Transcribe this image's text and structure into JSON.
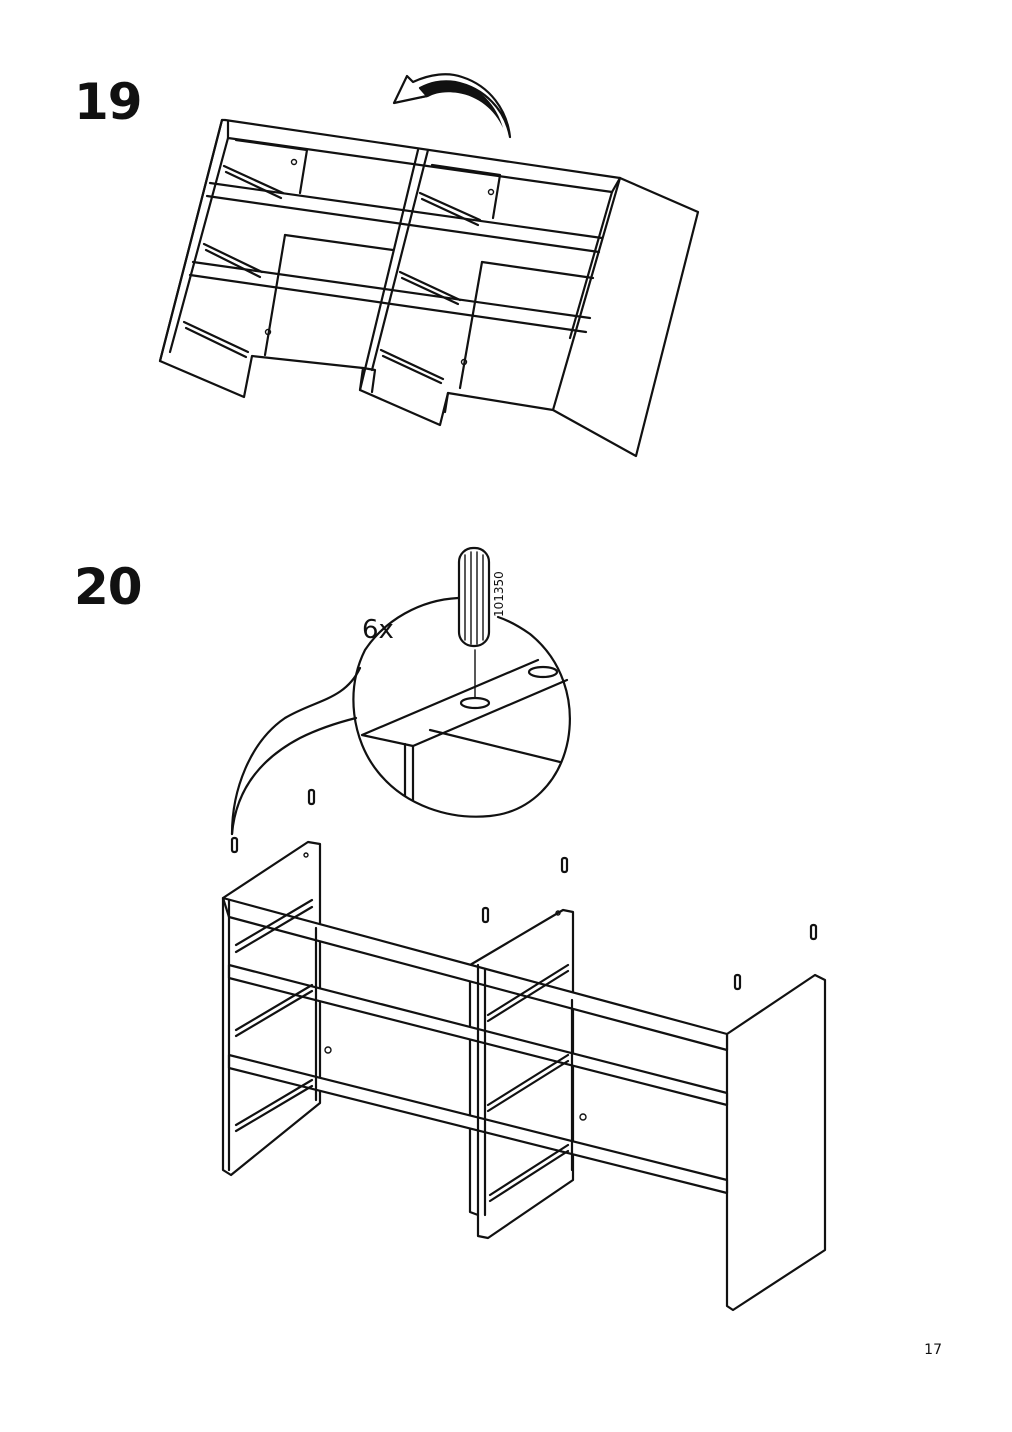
{
  "steps": [
    {
      "number": "19"
    },
    {
      "number": "20",
      "quantity": "6x",
      "part_number": "101350"
    }
  ],
  "page_number": "17",
  "icons": [
    "rotate-arrow-icon",
    "wooden-dowel-icon",
    "magnifier-callout"
  ]
}
